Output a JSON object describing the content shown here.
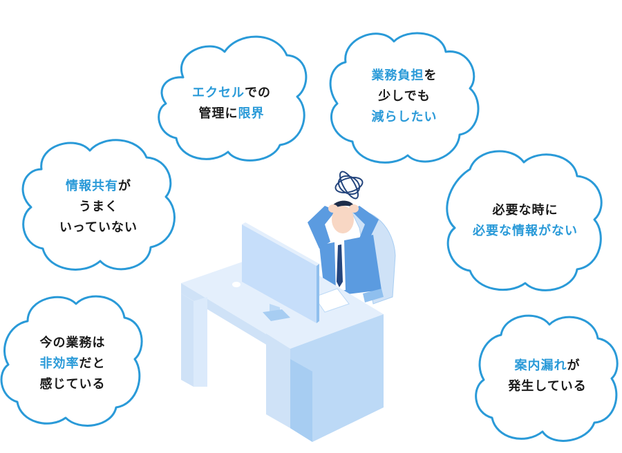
{
  "colors": {
    "cloud_stroke": "#2a9ad8",
    "highlight_text": "#2a9ad8",
    "body_text": "#1a1a1a",
    "desk_light": "#dbeafb",
    "desk_mid": "#bcd9f6",
    "desk_dark": "#a7cdf2"
  },
  "bubbles": [
    {
      "id": "excel",
      "lines": [
        [
          {
            "t": "エクセル",
            "hl": true
          },
          {
            "t": "での",
            "hl": false
          }
        ],
        [
          {
            "t": "管理に",
            "hl": false
          },
          {
            "t": "限界",
            "hl": true
          }
        ]
      ]
    },
    {
      "id": "burden",
      "lines": [
        [
          {
            "t": "業務負担",
            "hl": true
          },
          {
            "t": "を",
            "hl": false
          }
        ],
        [
          {
            "t": "少しでも",
            "hl": false
          }
        ],
        [
          {
            "t": "減らしたい",
            "hl": true
          }
        ]
      ]
    },
    {
      "id": "info-share",
      "lines": [
        [
          {
            "t": "情報共有",
            "hl": true
          },
          {
            "t": "が",
            "hl": false
          }
        ],
        [
          {
            "t": "うまく",
            "hl": false
          }
        ],
        [
          {
            "t": "いっていない",
            "hl": false
          }
        ]
      ]
    },
    {
      "id": "info-missing",
      "lines": [
        [
          {
            "t": "必要な時に",
            "hl": false
          }
        ],
        [
          {
            "t": "必要な情報がない",
            "hl": true
          }
        ]
      ]
    },
    {
      "id": "inefficient",
      "lines": [
        [
          {
            "t": "今の業務は",
            "hl": false
          }
        ],
        [
          {
            "t": "非効率",
            "hl": true
          },
          {
            "t": "だと",
            "hl": false
          }
        ],
        [
          {
            "t": "感じている",
            "hl": false
          }
        ]
      ]
    },
    {
      "id": "omission",
      "lines": [
        [
          {
            "t": "案内漏れ",
            "hl": true
          },
          {
            "t": "が",
            "hl": false
          }
        ],
        [
          {
            "t": "発生している",
            "hl": false
          }
        ]
      ]
    }
  ]
}
